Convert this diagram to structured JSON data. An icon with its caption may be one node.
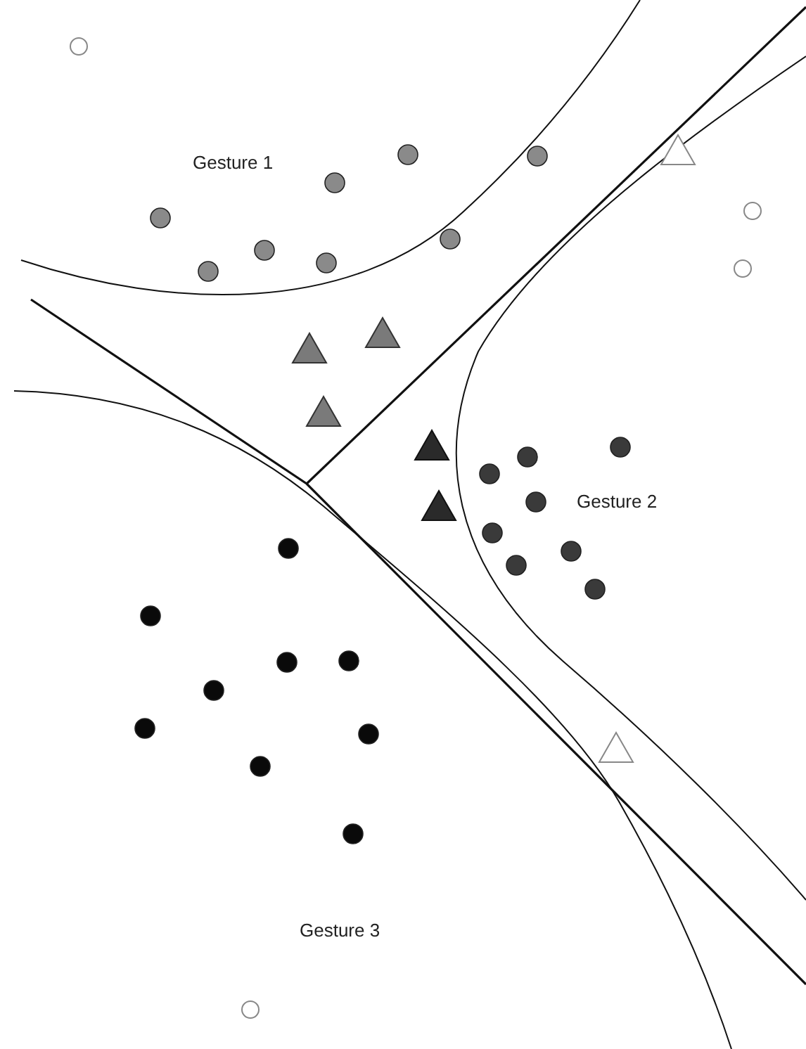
{
  "diagram": {
    "labels": [
      "Gesture 1",
      "Gesture 2",
      "Gesture 3"
    ]
  }
}
